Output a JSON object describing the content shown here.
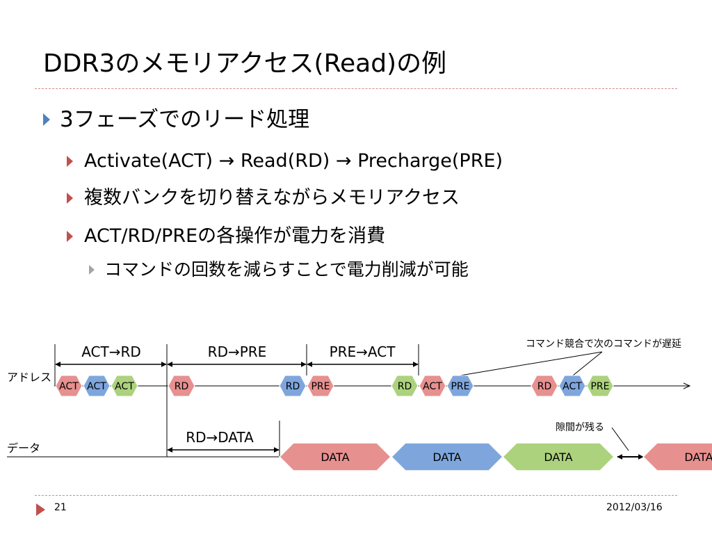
{
  "slide": {
    "title": "DDR3のメモリアクセス(Read)の例",
    "bullets": {
      "b1": "3フェーズでのリード処理",
      "b2": "Activate(ACT) → Read(RD) → Precharge(PRE)",
      "b3": "複数バンクを切り替えながらメモリアクセス",
      "b4": "ACT/RD/PREの各操作が電力を消費",
      "b5": "コマンドの回数を減らすことで電力削減が可能"
    },
    "page_number": "21",
    "date": "2012/03/16"
  },
  "diagram": {
    "row_labels": {
      "address": "アドレス",
      "data": "データ"
    },
    "intervals": {
      "act_rd": "ACT→RD",
      "rd_pre": "RD→PRE",
      "pre_act": "PRE→ACT",
      "rd_data": "RD→DATA"
    },
    "annotations": {
      "conflict": "コマンド競合で次のコマンドが遅延",
      "gap": "隙間が残る"
    },
    "colors": {
      "red": "#e6908f",
      "blue": "#7ea6dd",
      "green": "#acd27d",
      "line": "#000000"
    },
    "commands": [
      {
        "label": "ACT",
        "color": "red"
      },
      {
        "label": "ACT",
        "color": "blue"
      },
      {
        "label": "ACT",
        "color": "green"
      },
      {
        "label": "RD",
        "color": "red"
      },
      {
        "label": "RD",
        "color": "blue"
      },
      {
        "label": "PRE",
        "color": "red"
      },
      {
        "label": "RD",
        "color": "green"
      },
      {
        "label": "ACT",
        "color": "red"
      },
      {
        "label": "PRE",
        "color": "blue"
      },
      {
        "label": "RD",
        "color": "red"
      },
      {
        "label": "ACT",
        "color": "blue"
      },
      {
        "label": "PRE",
        "color": "green"
      }
    ],
    "data_bursts": [
      {
        "label": "DATA",
        "color": "red"
      },
      {
        "label": "DATA",
        "color": "blue"
      },
      {
        "label": "DATA",
        "color": "green"
      },
      {
        "label": "DATA",
        "color": "red"
      }
    ]
  }
}
